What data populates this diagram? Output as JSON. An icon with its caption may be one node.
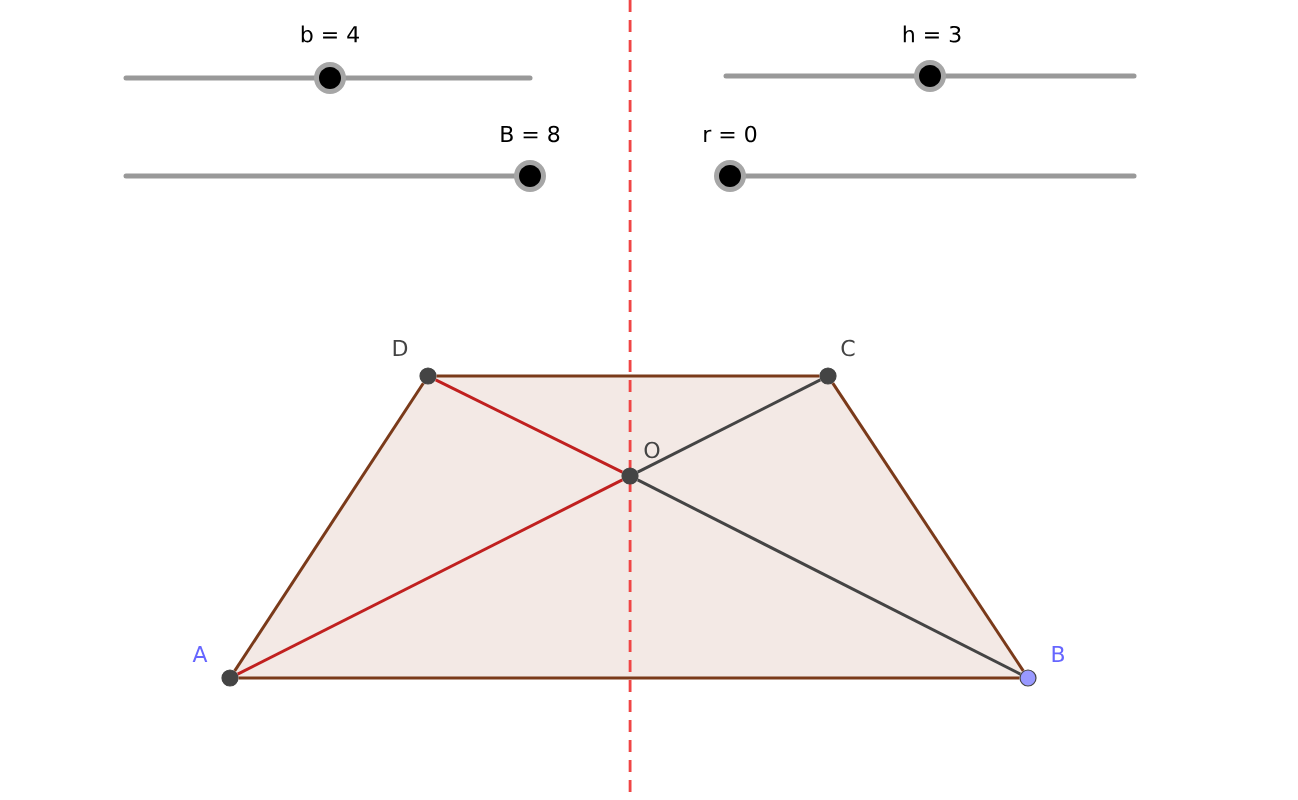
{
  "diagram": {
    "nodes": [
      {
        "text": [],
        "shape": "circle",
        "beside": [
          "A"
        ]
      },
      {
        "text": [],
        "shape": "circle",
        "beside": [
          "B"
        ]
      },
      {
        "text": [],
        "shape": "circle",
        "beside": [
          "C"
        ]
      },
      {
        "text": [],
        "shape": "circle",
        "beside": [
          "D"
        ]
      },
      {
        "text": [],
        "shape": "circle",
        "beside": [
          "O"
        ]
      }
    ],
    "edges": [
      {
        "from": 0,
        "to": 1,
        "arrow": "none"
      },
      {
        "from": 1,
        "to": 2,
        "arrow": "none"
      },
      {
        "from": 2,
        "to": 3,
        "arrow": "none"
      },
      {
        "from": 3,
        "to": 0,
        "arrow": "none"
      },
      {
        "from": 0,
        "to": 4,
        "arrow": "none",
        "color": "#c0201f"
      },
      {
        "from": 4,
        "to": 2,
        "arrow": "none",
        "color": "#444444"
      },
      {
        "from": 3,
        "to": 4,
        "arrow": "none",
        "color": "#c0201f"
      },
      {
        "from": 4,
        "to": 1,
        "arrow": "none",
        "color": "#444444"
      }
    ],
    "labels": [
      "b = 4",
      "h = 3",
      "B = 8",
      "r = 0"
    ]
  }
}
